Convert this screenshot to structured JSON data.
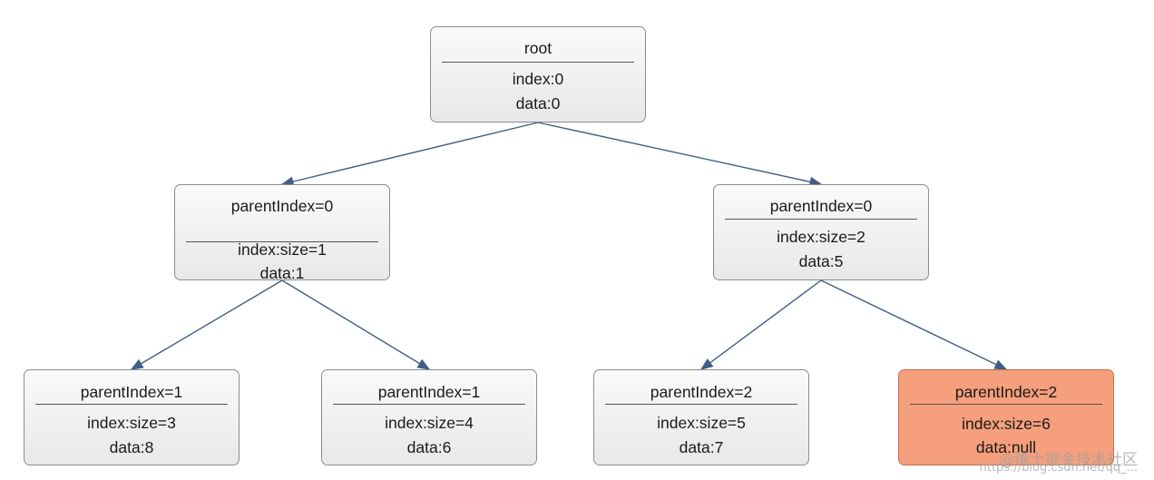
{
  "nodes": [
    {
      "id": "root",
      "title": "root",
      "line1": "index:0",
      "line2": "data:0"
    },
    {
      "id": "n1",
      "title": "parentIndex=0",
      "line1": "index:size=1",
      "line2": "data:1"
    },
    {
      "id": "n2",
      "title": "parentIndex=0",
      "line1": "index:size=2",
      "line2": "data:5"
    },
    {
      "id": "n3",
      "title": "parentIndex=1",
      "line1": "index:size=3",
      "line2": "data:8"
    },
    {
      "id": "n4",
      "title": "parentIndex=1",
      "line1": "index:size=4",
      "line2": "data:6"
    },
    {
      "id": "n5",
      "title": "parentIndex=2",
      "line1": "index:size=5",
      "line2": "data:7"
    },
    {
      "id": "n6",
      "title": "parentIndex=2",
      "line1": "index:size=6",
      "line2": "data:null",
      "highlight": true
    }
  ],
  "edges": [
    {
      "from": "root",
      "to": "n1"
    },
    {
      "from": "root",
      "to": "n2"
    },
    {
      "from": "n1",
      "to": "n3"
    },
    {
      "from": "n1",
      "to": "n4"
    },
    {
      "from": "n2",
      "to": "n5"
    },
    {
      "from": "n2",
      "to": "n6"
    }
  ],
  "colors": {
    "edge": "#3f5f86",
    "highlight_fill": "#f59f7c"
  },
  "watermark": {
    "line1": "@稀土掘金技术社区",
    "line2": "https://blog.csdn.net/qq_..."
  }
}
